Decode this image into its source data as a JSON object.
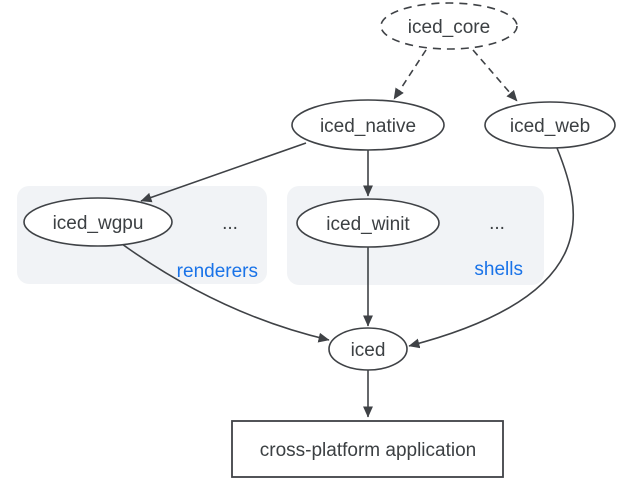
{
  "colors": {
    "accent_blue": "#1a73e8",
    "node_stroke": "#3f4246",
    "text": "#3c4043",
    "group_fill": "#f1f3f6",
    "background": "#ffffff"
  },
  "nodes": {
    "iced_core": "iced_core",
    "iced_native": "iced_native",
    "iced_web": "iced_web",
    "iced_wgpu": "iced_wgpu",
    "iced_winit": "iced_winit",
    "iced": "iced",
    "application": "cross-platform application"
  },
  "groups": {
    "renderers": {
      "label": "renderers",
      "more": "..."
    },
    "shells": {
      "label": "shells",
      "more": "..."
    }
  },
  "edges": [
    {
      "from": "iced_core",
      "to": "iced_native",
      "style": "dashed"
    },
    {
      "from": "iced_core",
      "to": "iced_web",
      "style": "dashed"
    },
    {
      "from": "iced_native",
      "to": "iced_wgpu",
      "style": "solid"
    },
    {
      "from": "iced_native",
      "to": "iced_winit",
      "style": "solid"
    },
    {
      "from": "iced_winit",
      "to": "iced",
      "style": "solid"
    },
    {
      "from": "iced_wgpu",
      "to": "iced",
      "style": "solid"
    },
    {
      "from": "iced_web",
      "to": "iced",
      "style": "solid"
    },
    {
      "from": "iced",
      "to": "application",
      "style": "solid"
    }
  ]
}
